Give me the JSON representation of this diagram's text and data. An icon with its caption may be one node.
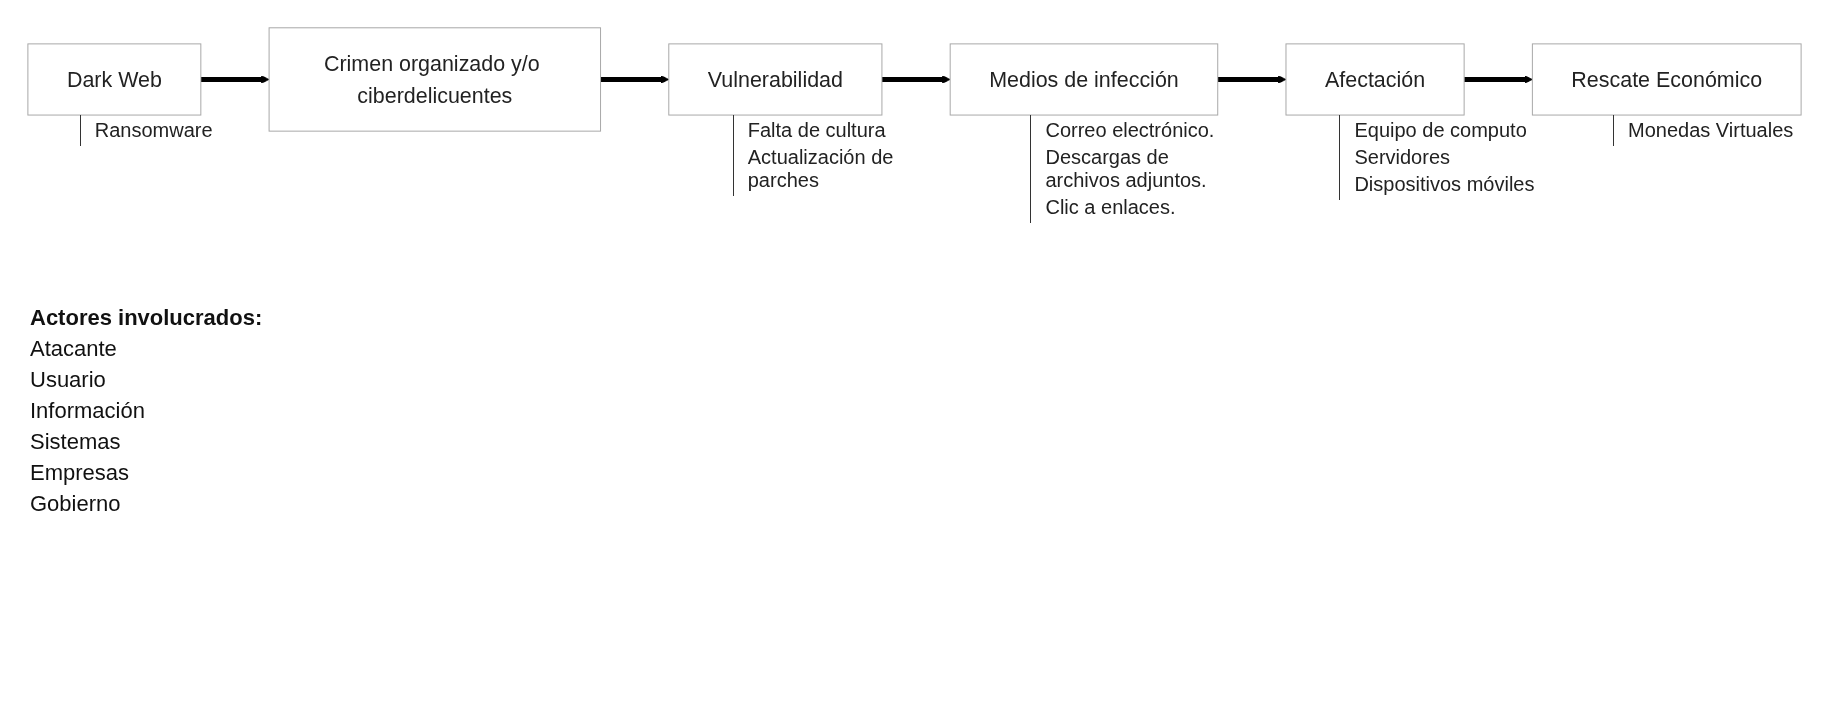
{
  "diagram": {
    "nodes": [
      {
        "text": [
          "Dark Web"
        ],
        "beside": [
          "Ransomware"
        ]
      },
      {
        "text": [
          "Crimen organizado y/o ciberdelicuentes"
        ]
      },
      {
        "text": [
          "Vulnerabilidad"
        ],
        "beside": [
          "Falta de cultura",
          "Actualización de parches"
        ]
      },
      {
        "text": [
          "Medios de infección"
        ],
        "beside": [
          "Correo electrónico.",
          "Descargas de archivos adjuntos.",
          "Clic a enlaces."
        ]
      },
      {
        "text": [
          "Afectación"
        ],
        "beside": [
          "Equipo de computo",
          "Servidores",
          "Dispositivos móviles"
        ]
      },
      {
        "text": [
          "Rescate Económico"
        ],
        "beside": [
          "Monedas Virtuales"
        ]
      }
    ],
    "edges": [
      {
        "from": 0,
        "to": 1,
        "arrow": "to"
      },
      {
        "from": 1,
        "to": 2,
        "arrow": "to"
      },
      {
        "from": 2,
        "to": 3,
        "arrow": "to"
      },
      {
        "from": 3,
        "to": 4,
        "arrow": "to"
      },
      {
        "from": 4,
        "to": 5,
        "arrow": "to"
      }
    ],
    "labels": [
      "Actores involucrados:",
      "Atacante",
      "Usuario",
      "Información",
      "Sistemas",
      "Empresas",
      "Gobierno"
    ]
  }
}
